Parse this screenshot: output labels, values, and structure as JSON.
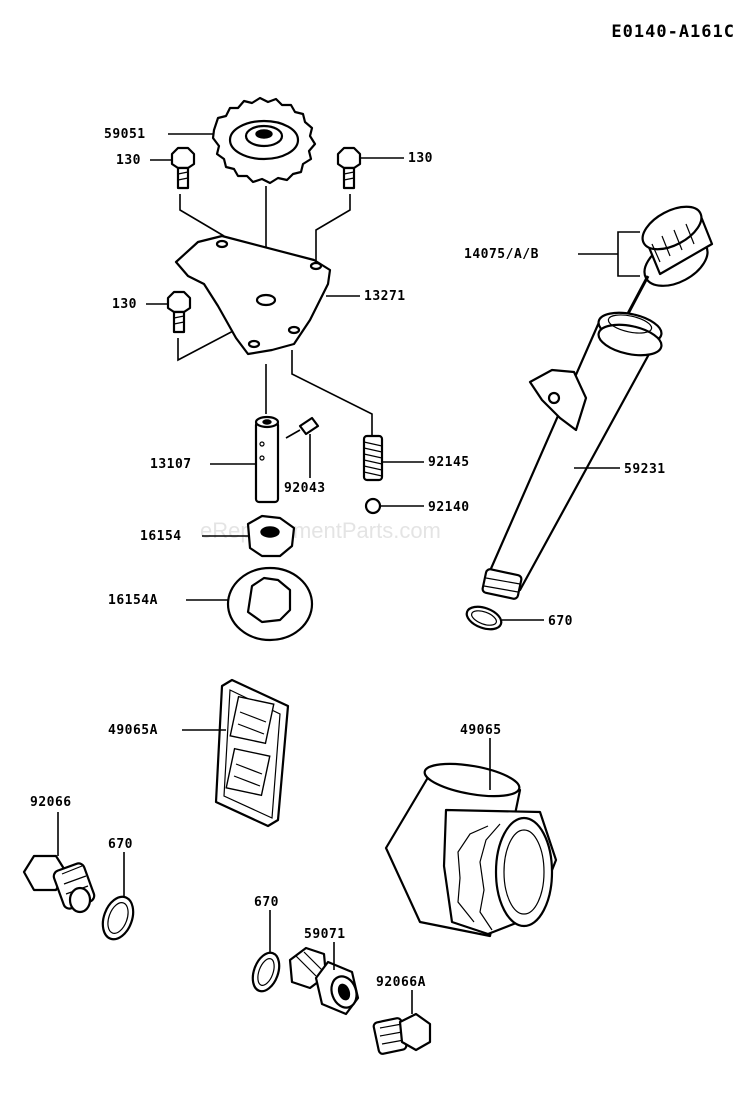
{
  "diagram_id": "E0140-A161C",
  "watermark": "eReplacementParts.com",
  "callouts": {
    "gear": "59051",
    "bolt_top_left": "130",
    "bolt_top_right": "130",
    "bolt_mid_left": "130",
    "plate": "13271",
    "dipstick_cap": "14075/A/B",
    "shaft": "13107",
    "pin": "92043",
    "spring": "92145",
    "ball": "92140",
    "inner_rotor": "16154",
    "outer_rotor": "16154A",
    "filler_tube": "59231",
    "oring_tube": "670",
    "screen": "49065A",
    "oil_filter": "49065",
    "drain_plug": "92066",
    "oring_left": "670",
    "oring_mid": "670",
    "fitting": "59071",
    "plug_small": "92066A"
  }
}
